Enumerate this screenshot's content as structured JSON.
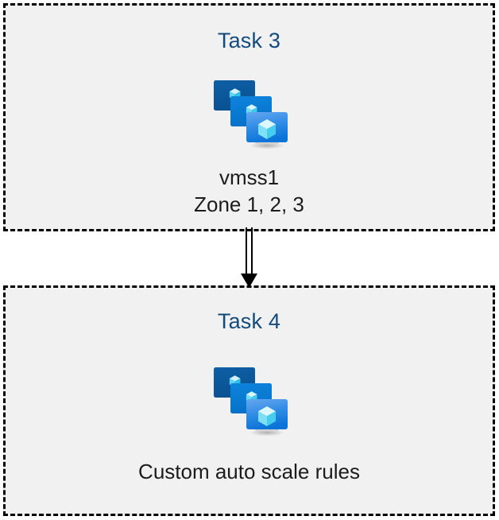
{
  "diagram": {
    "type": "flow",
    "orientation": "vertical",
    "background": "#ffffff",
    "box_fill": "#f1f1f1",
    "box_border_color": "#000000",
    "box_border_style": "dashed",
    "title_color": "#114a7e",
    "caption_color": "#1c1c1c",
    "connector_color": "#000000"
  },
  "boxes": [
    {
      "id": "task3",
      "title": "Task 3",
      "icon": "vmss-scale-set-icon",
      "caption": "vmss1\nZone 1, 2, 3",
      "caption_lines": [
        "vmss1",
        "Zone 1, 2, 3"
      ]
    },
    {
      "id": "task4",
      "title": "Task 4",
      "icon": "vmss-scale-set-icon",
      "caption": "Custom auto scale rules",
      "caption_lines": [
        "Custom auto scale rules"
      ]
    }
  ],
  "connector": {
    "name": "double-line-arrow-down",
    "from": "task3",
    "to": "task4",
    "direction": "down",
    "style": "double-line",
    "arrowhead": "filled-triangle"
  },
  "icon_palette": {
    "back_monitor": "#0B5699",
    "middle_monitor": "#0078D4",
    "front_monitor_top": "#5EA0EE",
    "front_monitor_bottom": "#0F7BDB",
    "cube_light": "#C3F1FB",
    "cube_mid": "#9BE5F7",
    "cube_dark": "#50D2F0",
    "stand_gray": "#9A9A9A",
    "stand_base": "#D6D6D6"
  }
}
